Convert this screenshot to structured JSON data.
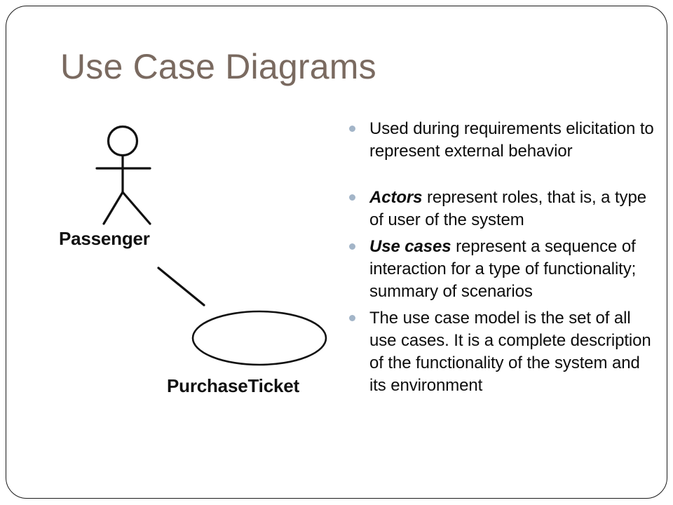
{
  "slide": {
    "title": "Use Case Diagrams",
    "title_color": "#7a6a60",
    "background_color": "#ffffff",
    "border_color": "#1a1a1a",
    "bullet_marker_color": "#a3b5c8"
  },
  "diagram": {
    "type": "uml-use-case-diagram",
    "actor": {
      "name": "actor-stick-figure",
      "label": "Passenger"
    },
    "use_case": {
      "name": "use-case-ellipse",
      "label": "PurchaseTicket"
    },
    "association": {
      "name": "association-line",
      "from": "Passenger",
      "to": "PurchaseTicket"
    }
  },
  "bullets": [
    {
      "id": "bullet-used-during-requirements",
      "lead": "",
      "text": "Used during requirements elicitation to represent external behavior",
      "extra_gap": true
    },
    {
      "id": "bullet-actors",
      "lead": "Actors",
      "text": " represent roles, that is, a type of user of the system",
      "extra_gap": false
    },
    {
      "id": "bullet-use-cases",
      "lead": "Use cases",
      "text": " represent a sequence of interaction for a type of functionality; summary of scenarios",
      "extra_gap": false
    },
    {
      "id": "bullet-use-case-model",
      "lead": "",
      "text": "The use case model is  the set of all use cases. It is a complete description of the functionality of the  system and its environment",
      "extra_gap": false
    }
  ]
}
